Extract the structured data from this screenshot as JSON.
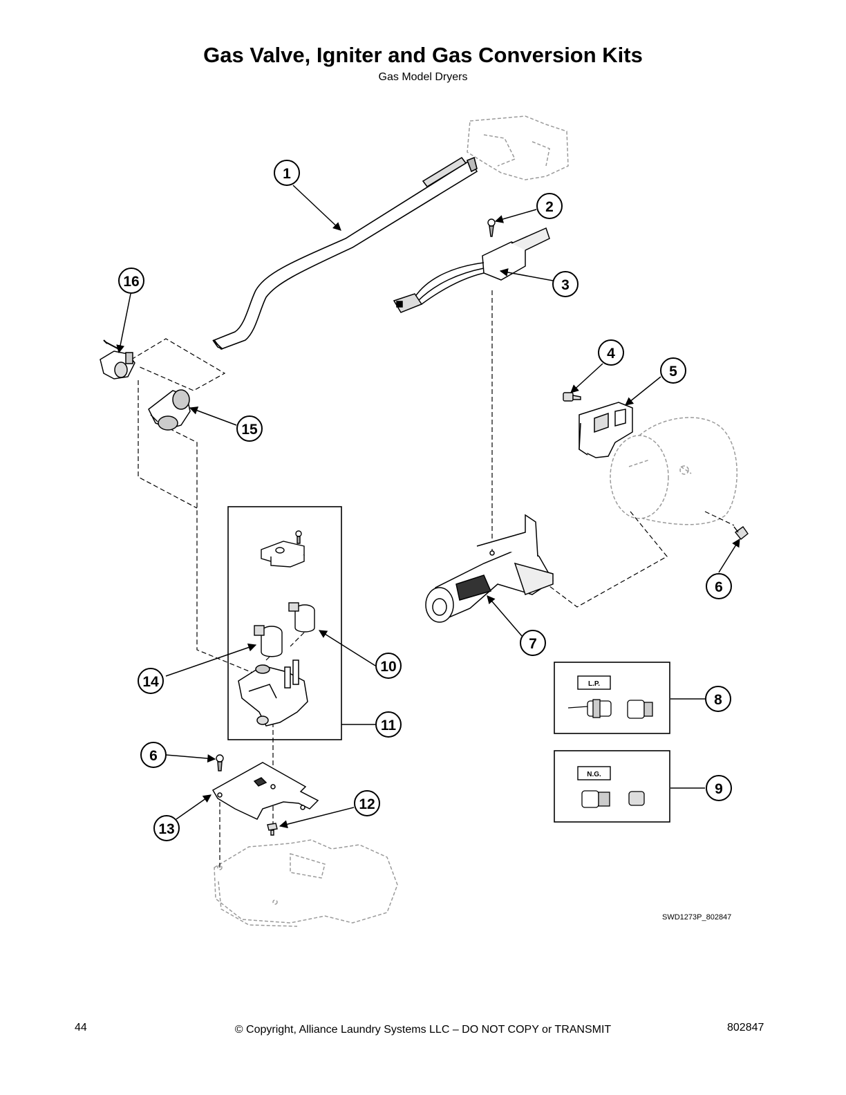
{
  "header": {
    "title": "Gas Valve, Igniter and Gas Conversion Kits",
    "subtitle": "Gas Model Dryers"
  },
  "kits": {
    "lp_label": "L.P.",
    "ng_label": "N.G."
  },
  "callouts": [
    "1",
    "2",
    "3",
    "4",
    "5",
    "6",
    "7",
    "8",
    "9",
    "10",
    "11",
    "12",
    "13",
    "14",
    "15",
    "16"
  ],
  "drawing_code": "SWD1273P_802847",
  "footer": {
    "page_number": "44",
    "copyright": "© Copyright, Alliance Laundry Systems LLC – DO NOT COPY or TRANSMIT",
    "doc_number": "802847"
  }
}
